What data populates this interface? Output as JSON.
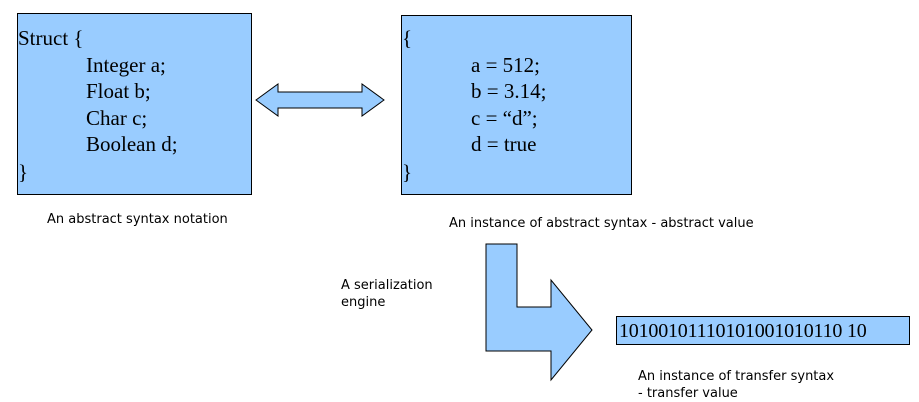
{
  "abstract_syntax_box": {
    "lines": [
      "Struct {",
      "Integer a;",
      "Float b;",
      "Char c;",
      "Boolean d;",
      "}"
    ],
    "caption": "An abstract syntax notation"
  },
  "abstract_value_box": {
    "lines": [
      "{",
      "a = 512;",
      "b = 3.14;",
      "c = “d”;",
      "d = true",
      "}"
    ],
    "caption": "An instance of abstract syntax - abstract value"
  },
  "serialization": {
    "label_line1": "A serialization",
    "label_line2": "engine"
  },
  "transfer_box": {
    "value": "10100101110101001010110 10",
    "caption_line1": "An instance of transfer syntax",
    "caption_line2": "- transfer value"
  },
  "colors": {
    "box_fill": "#99ccff",
    "border": "#000000"
  }
}
